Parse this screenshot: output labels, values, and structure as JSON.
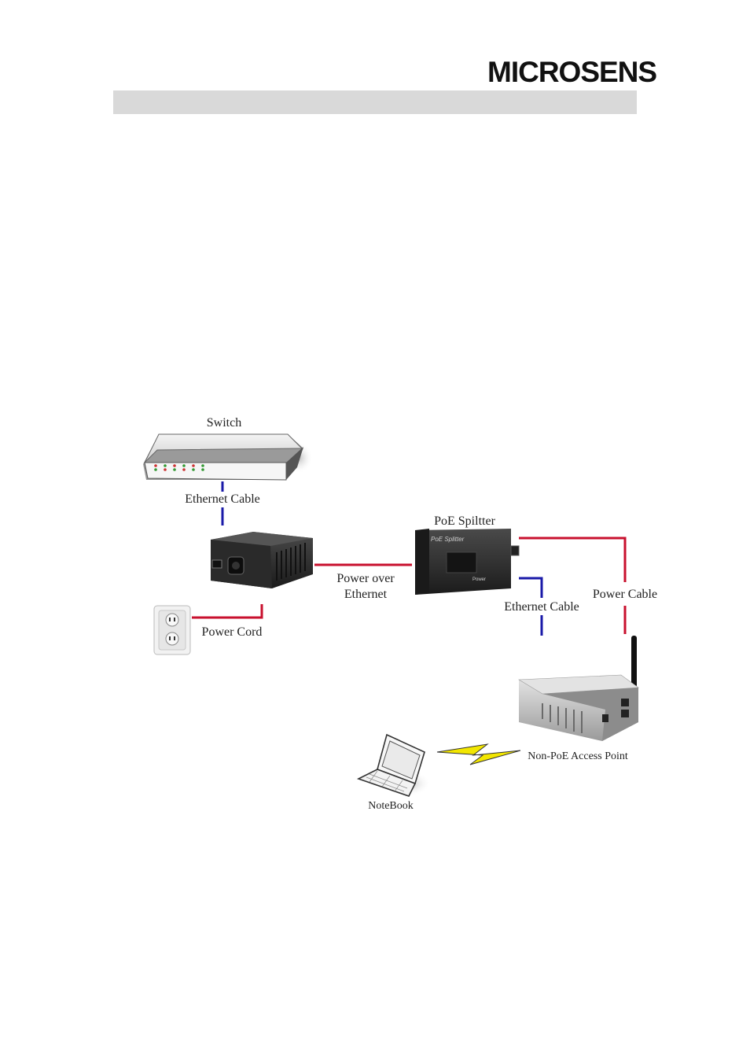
{
  "header": {
    "logo_text": "MICROSENS"
  },
  "diagram": {
    "labels": {
      "switch": "Switch",
      "ethernet_cable_top": "Ethernet Cable",
      "poe_splitter": "PoE Spiltter",
      "power_over_line1": "Power over",
      "power_over_line2": "Ethernet",
      "power_cable": "Power Cable",
      "ethernet_cable_right": "Ethernet Cable",
      "power_cord": "Power Cord",
      "access_point": "Non-PoE Access Point",
      "notebook": "NoteBook",
      "splitter_device_text": "PoE Splitter",
      "splitter_power_text": "Power"
    },
    "colors": {
      "ethernet": "#1a1aa8",
      "power": "#c8102e",
      "bolt": "#f2e600"
    }
  }
}
